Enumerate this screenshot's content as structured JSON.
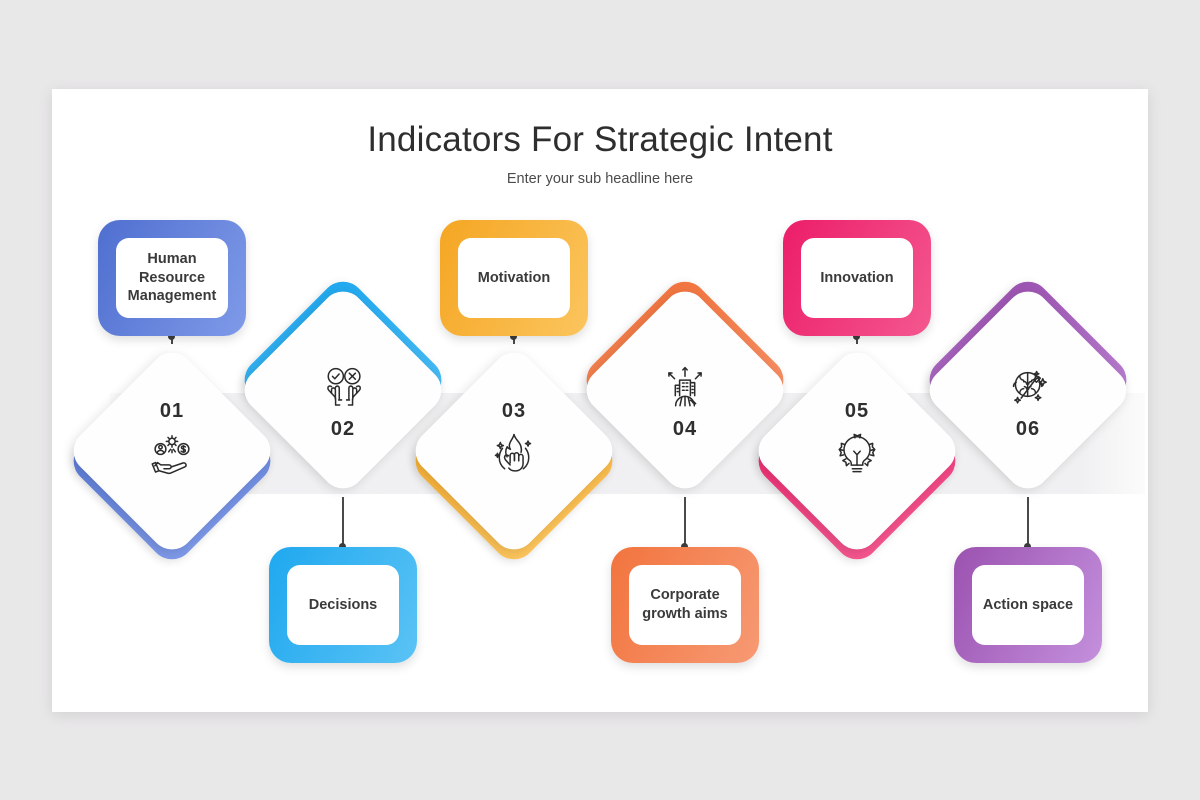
{
  "slide": {
    "title": "Indicators For Strategic Intent",
    "subtitle": "Enter your sub headline here",
    "background_color": "#e9e8e9",
    "canvas_color": "#ffffff",
    "band_color": "#eeeef0",
    "connector_color": "#4a4a4a",
    "text_color": "#3a3a3a"
  },
  "steps": [
    {
      "number": "01",
      "label": "Human Resource Management",
      "icon": "hand-holding-people-gear-money-icon",
      "color_start": "#4f6fd0",
      "color_end": "#7f9ae8",
      "card_position": "top",
      "edge_position": "bottom"
    },
    {
      "number": "02",
      "label": "Decisions",
      "icon": "hands-check-cross-icon",
      "color_start": "#1fa8ef",
      "color_end": "#5bc3f5",
      "card_position": "bottom",
      "edge_position": "top"
    },
    {
      "number": "03",
      "label": "Motivation",
      "icon": "fist-flame-icon",
      "color_start": "#f5a623",
      "color_end": "#fbc55e",
      "card_position": "top",
      "edge_position": "bottom"
    },
    {
      "number": "04",
      "label": "Corporate growth aims",
      "icon": "buildings-growth-arrows-icon",
      "color_start": "#f2743e",
      "color_end": "#f79a74",
      "card_position": "bottom",
      "edge_position": "top"
    },
    {
      "number": "05",
      "label": "Innovation",
      "icon": "lightbulb-gear-icon",
      "color_start": "#ec1d69",
      "color_end": "#f4588f",
      "card_position": "top",
      "edge_position": "bottom"
    },
    {
      "number": "06",
      "label": "Action space",
      "icon": "brain-magic-wand-icon",
      "color_start": "#9b52b0",
      "color_end": "#c490dd",
      "card_position": "bottom",
      "edge_position": "top"
    }
  ]
}
